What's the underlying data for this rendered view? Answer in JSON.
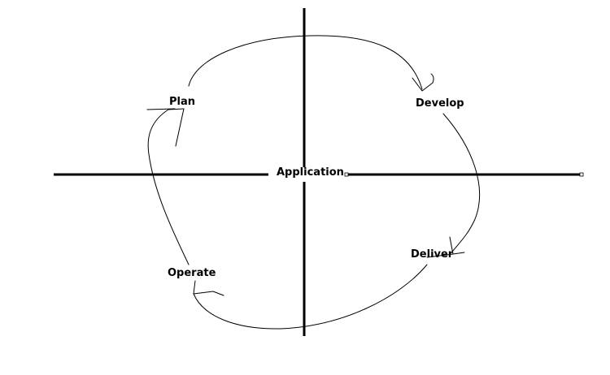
{
  "diagram": {
    "center_label": "Application",
    "stages": [
      {
        "id": "plan",
        "label": "Plan"
      },
      {
        "id": "develop",
        "label": "Develop"
      },
      {
        "id": "deliver",
        "label": "Deliver"
      },
      {
        "id": "operate",
        "label": "Operate"
      }
    ],
    "colors": {
      "stroke": "#000000",
      "background": "#ffffff"
    }
  }
}
